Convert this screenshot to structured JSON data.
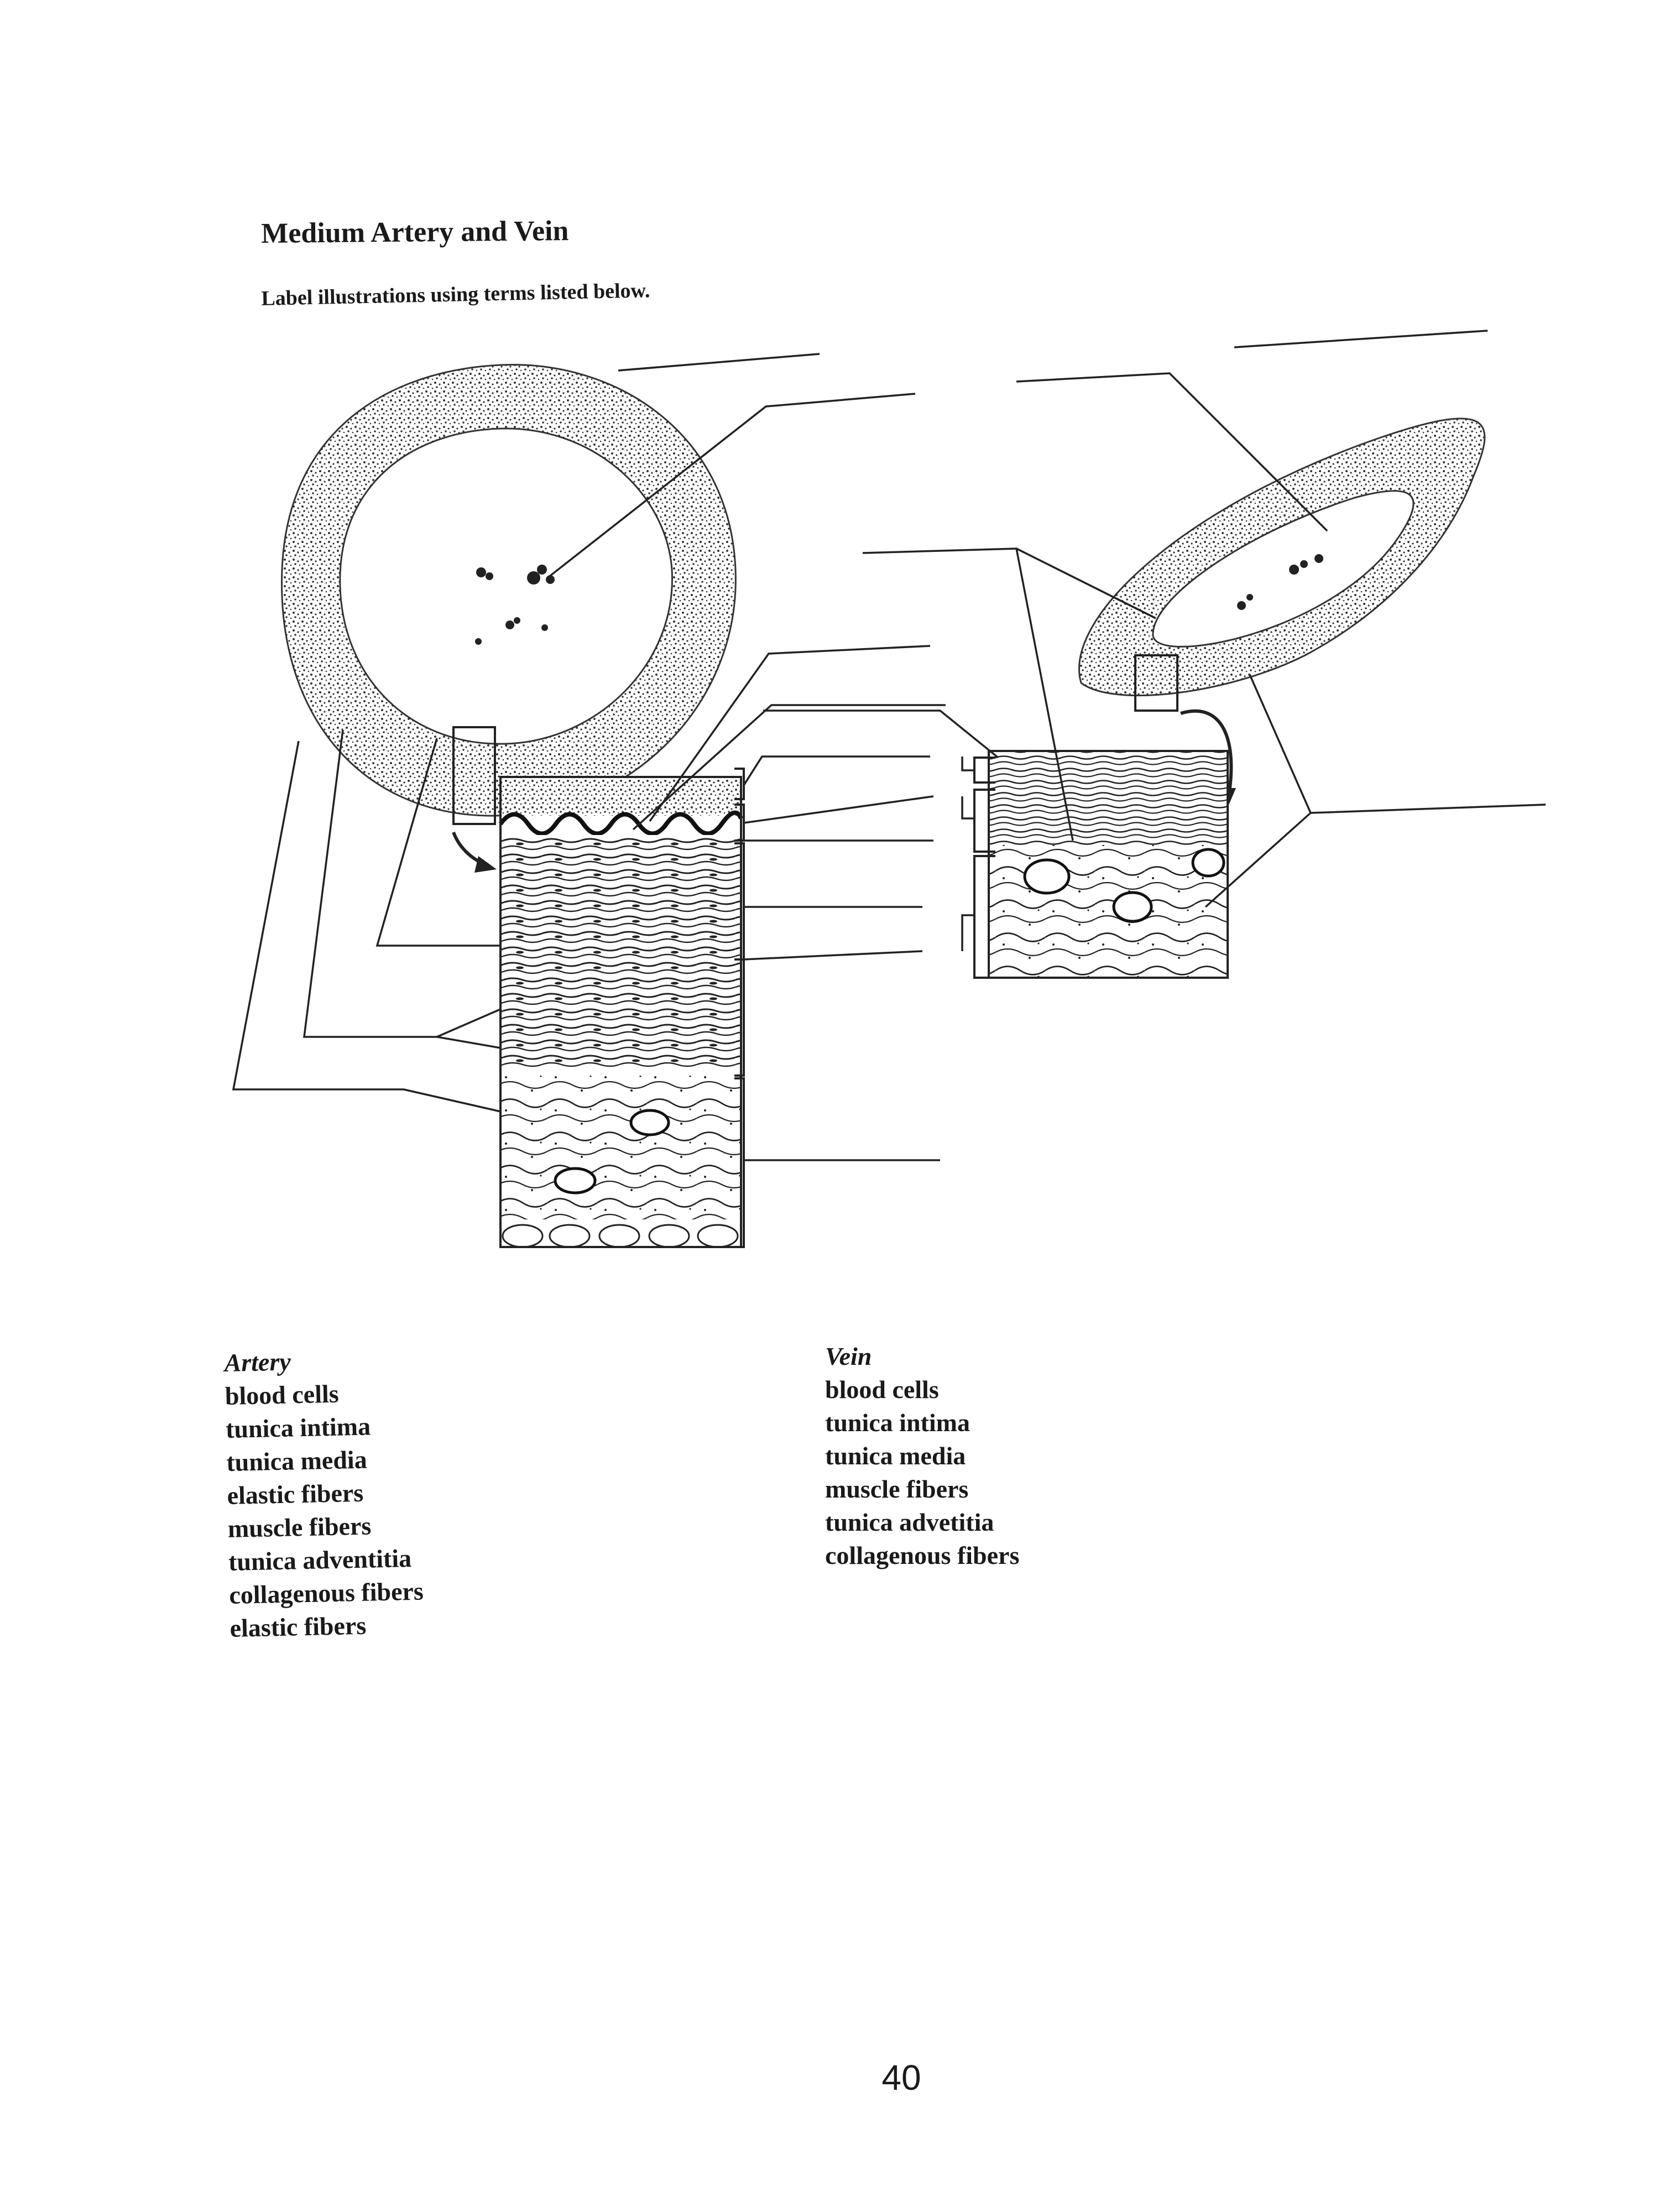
{
  "title": "Medium Artery and Vein",
  "instruction": "Label illustrations using terms listed below.",
  "artery": {
    "heading": "Artery",
    "terms": [
      "blood cells",
      "tunica intima",
      "tunica media",
      "elastic fibers",
      "muscle fibers",
      "tunica adventitia",
      "collagenous fibers",
      "elastic fibers"
    ]
  },
  "vein": {
    "heading": "Vein",
    "terms": [
      "blood cells",
      "tunica intima",
      "tunica media",
      "muscle fibers",
      "tunica advetitia",
      "collagenous fibers"
    ]
  },
  "page_number": "40"
}
